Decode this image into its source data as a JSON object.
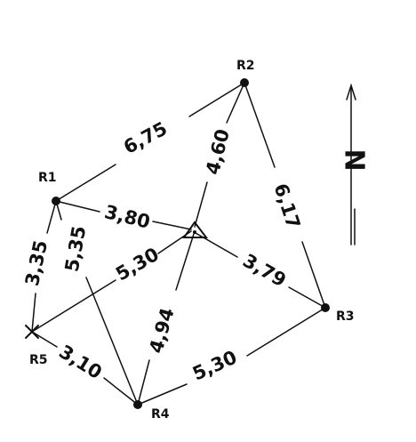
{
  "stations": {
    "r1": "R1",
    "r2": "R2",
    "r3": "R3",
    "r4": "R4",
    "r5": "R5"
  },
  "distances": {
    "r1_r2": "6,75",
    "r2_center": "4,60",
    "r2_r3": "6,17",
    "r1_center": "3,80",
    "r1_r5": "3,35",
    "r1_r4": "5,35",
    "r5_center": "5,30",
    "center_r3": "3,79",
    "center_r4": "4,94",
    "r5_r4": "3,10",
    "r4_r3": "5,30"
  },
  "north_label": "N"
}
